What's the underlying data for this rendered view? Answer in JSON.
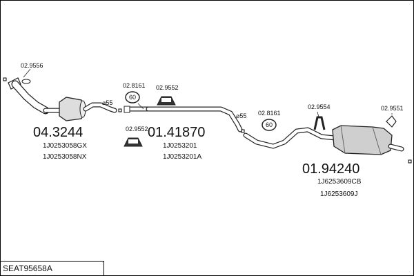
{
  "title": "SEAT95658A",
  "parts": {
    "front": {
      "number": "04.3244",
      "oe1": "1J0253058GX",
      "oe2": "1J0253058NX"
    },
    "middle": {
      "number": "01.41870",
      "oe1": "1J0253201",
      "oe2": "1J0253201A"
    },
    "rear": {
      "number": "01.94240",
      "oe1": "1J6253609CB",
      "oe2": "1J6253609J"
    }
  },
  "accessories": {
    "a1": "02.9556",
    "a2": "02.8161",
    "a3": "02.9552",
    "a4": "02.9552",
    "a5": "02.8161",
    "a6": "02.9554",
    "a7": "02.9551"
  },
  "dimensions": {
    "d1": "⌀55",
    "d2": "⌀55"
  },
  "ring_label": "60"
}
